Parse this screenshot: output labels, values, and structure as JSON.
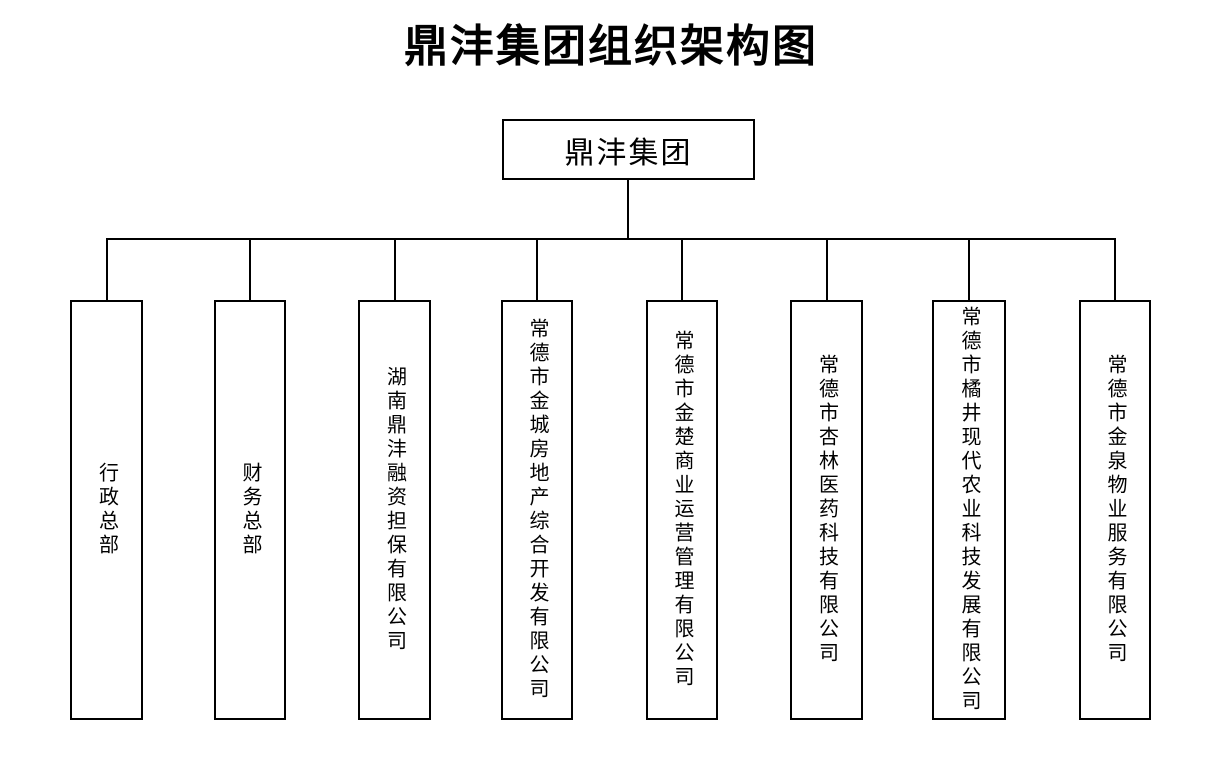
{
  "page": {
    "title": "鼎沣集团组织架构图"
  },
  "org": {
    "root": {
      "label": "鼎沣集团"
    },
    "children": [
      {
        "label": "行政总部"
      },
      {
        "label": "财务总部"
      },
      {
        "label": "湖南鼎沣融资担保有限公司"
      },
      {
        "label": "常德市金城房地产综合开发有限公司"
      },
      {
        "label": "常德市金楚商业运营管理有限公司"
      },
      {
        "label": "常德市杏林医药科技有限公司"
      },
      {
        "label": "常德市橘井现代农业科技发展有限公司"
      },
      {
        "label": "常德市金泉物业服务有限公司"
      }
    ]
  },
  "colors": {
    "line": "#000000",
    "text": "#000000",
    "background": "#ffffff"
  }
}
